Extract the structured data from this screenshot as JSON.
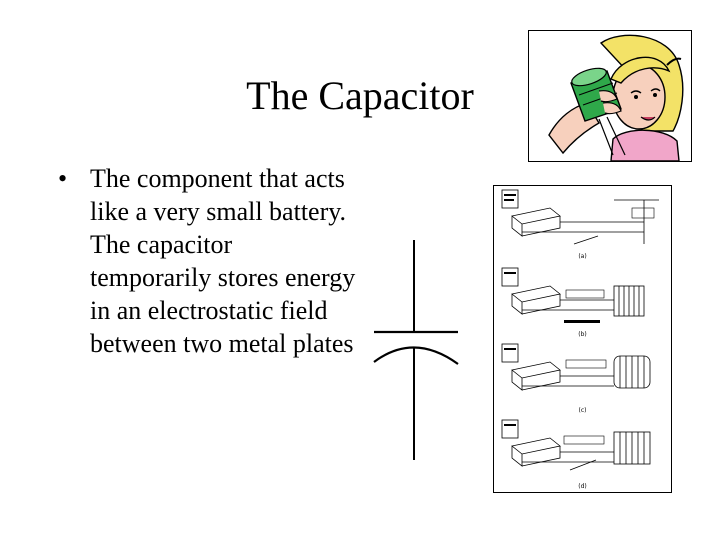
{
  "slide": {
    "title": "The Capacitor",
    "bullet_marker": "•",
    "bullet_text": "The component that acts like a very small battery.  The capacitor temporarily stores energy in an electrostatic field between two metal plates"
  },
  "figure": {
    "panel_labels": [
      "(a)",
      "(b)",
      "(c)",
      "(d)"
    ],
    "panel_a_box_label": "",
    "panel_b_box_label": "",
    "panel_c_box_label": "",
    "panel_d_box_label": ""
  },
  "colors": {
    "capacitor_body_green": "#2fa84a",
    "hair_yellow": "#f3e267",
    "skin": "#f7d0bd",
    "shirt_pink": "#f1a6c9"
  }
}
